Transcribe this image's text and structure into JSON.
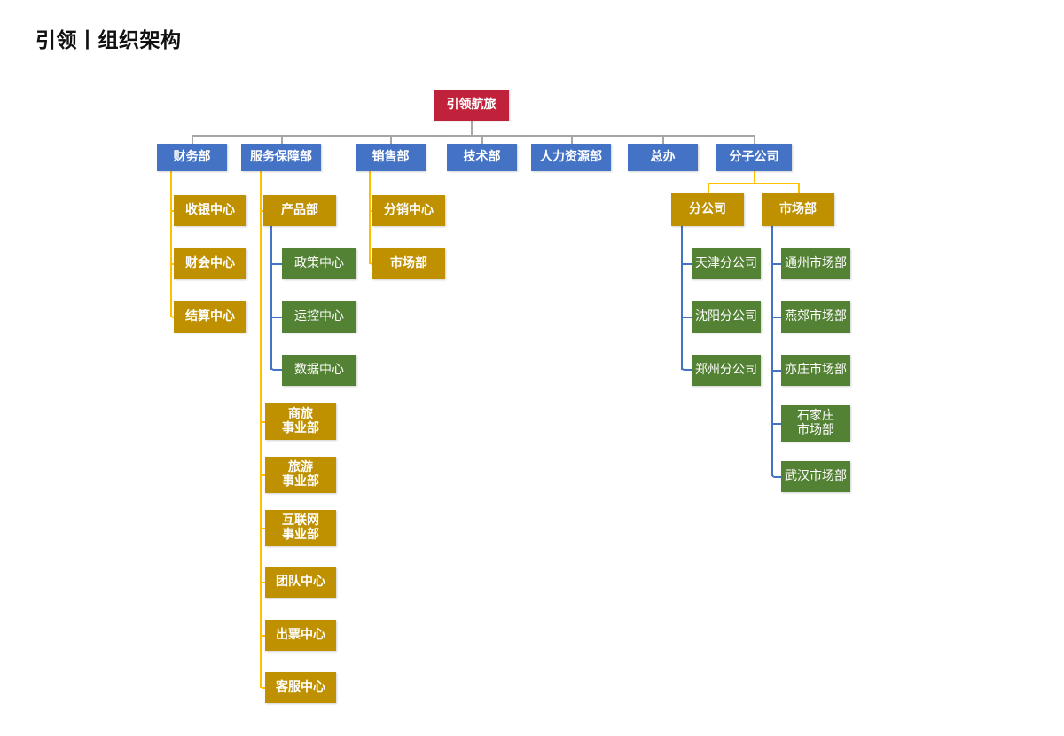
{
  "page": {
    "title": "引领丨组织架构",
    "background": "#FFFFFF"
  },
  "colors": {
    "root": "#C0223B",
    "department": "#4472C4",
    "gold": "#BF9000",
    "green": "#548235",
    "connector_gray": "#A6A6A6",
    "connector_gold": "#FFC000",
    "connector_blue": "#4472C4",
    "title_text": "#111111",
    "node_text": "#FFFFFF"
  },
  "chart_data": {
    "type": "diagram",
    "title": "引领丨组织架构",
    "root": {
      "label": "引领航旅",
      "level": 0,
      "color": "#C0223B"
    },
    "departments": [
      {
        "label": "财务部",
        "color": "#4472C4",
        "children": [
          {
            "label": "收银中心",
            "color": "#BF9000",
            "children": []
          },
          {
            "label": "财会中心",
            "color": "#BF9000",
            "children": []
          },
          {
            "label": "结算中心",
            "color": "#BF9000",
            "children": []
          }
        ]
      },
      {
        "label": "服务保障部",
        "color": "#4472C4",
        "children": [
          {
            "label": "产品部",
            "color": "#BF9000",
            "children": [
              {
                "label": "政策中心",
                "color": "#548235"
              },
              {
                "label": "运控中心",
                "color": "#548235"
              },
              {
                "label": "数据中心",
                "color": "#548235"
              }
            ]
          },
          {
            "label": "商旅\n事业部",
            "color": "#BF9000",
            "children": []
          },
          {
            "label": "旅游\n事业部",
            "color": "#BF9000",
            "children": []
          },
          {
            "label": "互联网\n事业部",
            "color": "#BF9000",
            "children": []
          },
          {
            "label": "团队中心",
            "color": "#BF9000",
            "children": []
          },
          {
            "label": "出票中心",
            "color": "#BF9000",
            "children": []
          },
          {
            "label": "客服中心",
            "color": "#BF9000",
            "children": []
          }
        ]
      },
      {
        "label": "销售部",
        "color": "#4472C4",
        "children": [
          {
            "label": "分销中心",
            "color": "#BF9000",
            "children": []
          },
          {
            "label": "市场部",
            "color": "#BF9000",
            "children": []
          }
        ]
      },
      {
        "label": "技术部",
        "color": "#4472C4",
        "children": []
      },
      {
        "label": "人力资源部",
        "color": "#4472C4",
        "children": []
      },
      {
        "label": "总办",
        "color": "#4472C4",
        "children": []
      },
      {
        "label": "分子公司",
        "color": "#4472C4",
        "children": [
          {
            "label": "分公司",
            "color": "#BF9000",
            "children": [
              {
                "label": "天津分公司",
                "color": "#548235"
              },
              {
                "label": "沈阳分公司",
                "color": "#548235"
              },
              {
                "label": "郑州分公司",
                "color": "#548235"
              }
            ]
          },
          {
            "label": "市场部",
            "color": "#BF9000",
            "children": [
              {
                "label": "通州市场部",
                "color": "#548235"
              },
              {
                "label": "燕郊市场部",
                "color": "#548235"
              },
              {
                "label": "亦庄市场部",
                "color": "#548235"
              },
              {
                "label": "石家庄\n市场部",
                "color": "#548235"
              },
              {
                "label": "武汉市场部",
                "color": "#548235"
              }
            ]
          }
        ]
      }
    ]
  },
  "nodes": {
    "root": "引领航旅",
    "dept_finance": "财务部",
    "dept_service": "服务保障部",
    "dept_sales": "销售部",
    "dept_tech": "技术部",
    "dept_hr": "人力资源部",
    "dept_general": "总办",
    "dept_subsidiary": "分子公司",
    "fin_cashier": "收银中心",
    "fin_accounting": "财会中心",
    "fin_settlement": "结算中心",
    "svc_product": "产品部",
    "svc_policy": "政策中心",
    "svc_operation": "运控中心",
    "svc_data": "数据中心",
    "svc_business_travel": "商旅\n事业部",
    "svc_tourism": "旅游\n事业部",
    "svc_internet": "互联网\n事业部",
    "svc_team": "团队中心",
    "svc_ticketing": "出票中心",
    "svc_customer": "客服中心",
    "sales_distribution": "分销中心",
    "sales_market": "市场部",
    "sub_branch": "分公司",
    "sub_market": "市场部",
    "sub_tianjin": "天津分公司",
    "sub_shenyang": "沈阳分公司",
    "sub_zhengzhou": "郑州分公司",
    "mkt_tongzhou": "通州市场部",
    "mkt_yanjiao": "燕郊市场部",
    "mkt_yizhuang": "亦庄市场部",
    "mkt_shijiazhuang": "石家庄\n市场部",
    "mkt_wuhan": "武汉市场部"
  }
}
